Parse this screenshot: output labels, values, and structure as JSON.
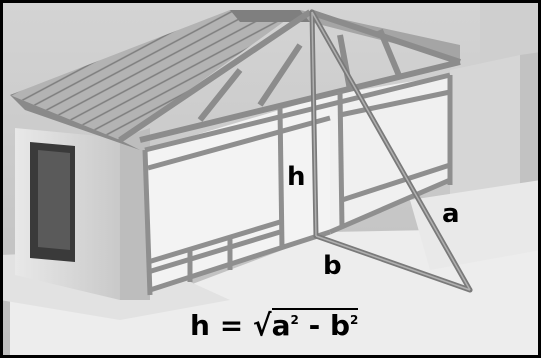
{
  "labels": {
    "h": "h",
    "a": "a",
    "b": "b"
  },
  "formula": {
    "lhs": "h",
    "equals": "=",
    "root": "√",
    "term1": "a",
    "exp1": "2",
    "minus": "-",
    "term2": "b",
    "exp2": "2"
  },
  "colors": {
    "border": "#000000",
    "floor": "#e6e6e6",
    "wall": "#d9d9d9",
    "roof": "#b8b8b8",
    "frame_steel": "#8f8f8f",
    "glass": "#f2f2f2"
  }
}
